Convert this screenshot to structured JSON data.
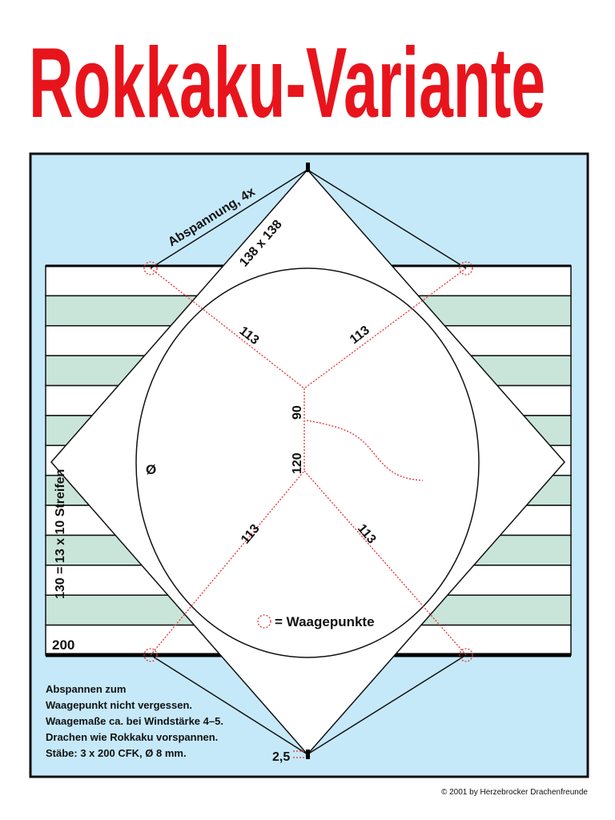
{
  "title": "Rokkaku-Variante",
  "colors": {
    "title": "#e8141c",
    "background": "#c6e9f9",
    "stripe_green": "#c9e5da",
    "waage": "#e83030"
  },
  "labels": {
    "abspannung": "Abspannung, 4x",
    "sail_size": "138 x 138",
    "bridle_upper_left": "113",
    "bridle_upper_right": "113",
    "bridle_lower_left": "113",
    "bridle_lower_right": "113",
    "upper_spine": "90",
    "lower_spine": "120",
    "diameter": "Ø",
    "stripes": "130 = 13 x 10 Streifen",
    "width": "200",
    "legend": "= Waagepunkte",
    "offset": "2,5"
  },
  "notes": [
    "Abspannen zum",
    "Waagepunkt nicht vergessen.",
    "Waagemaße ca. bei Windstärke 4–5.",
    "Drachen wie Rokkaku vorspannen.",
    "Stäbe: 3 x 200 CFK, Ø 8 mm."
  ],
  "copyright": "© 2001 by Herzebrocker Drachenfreunde"
}
